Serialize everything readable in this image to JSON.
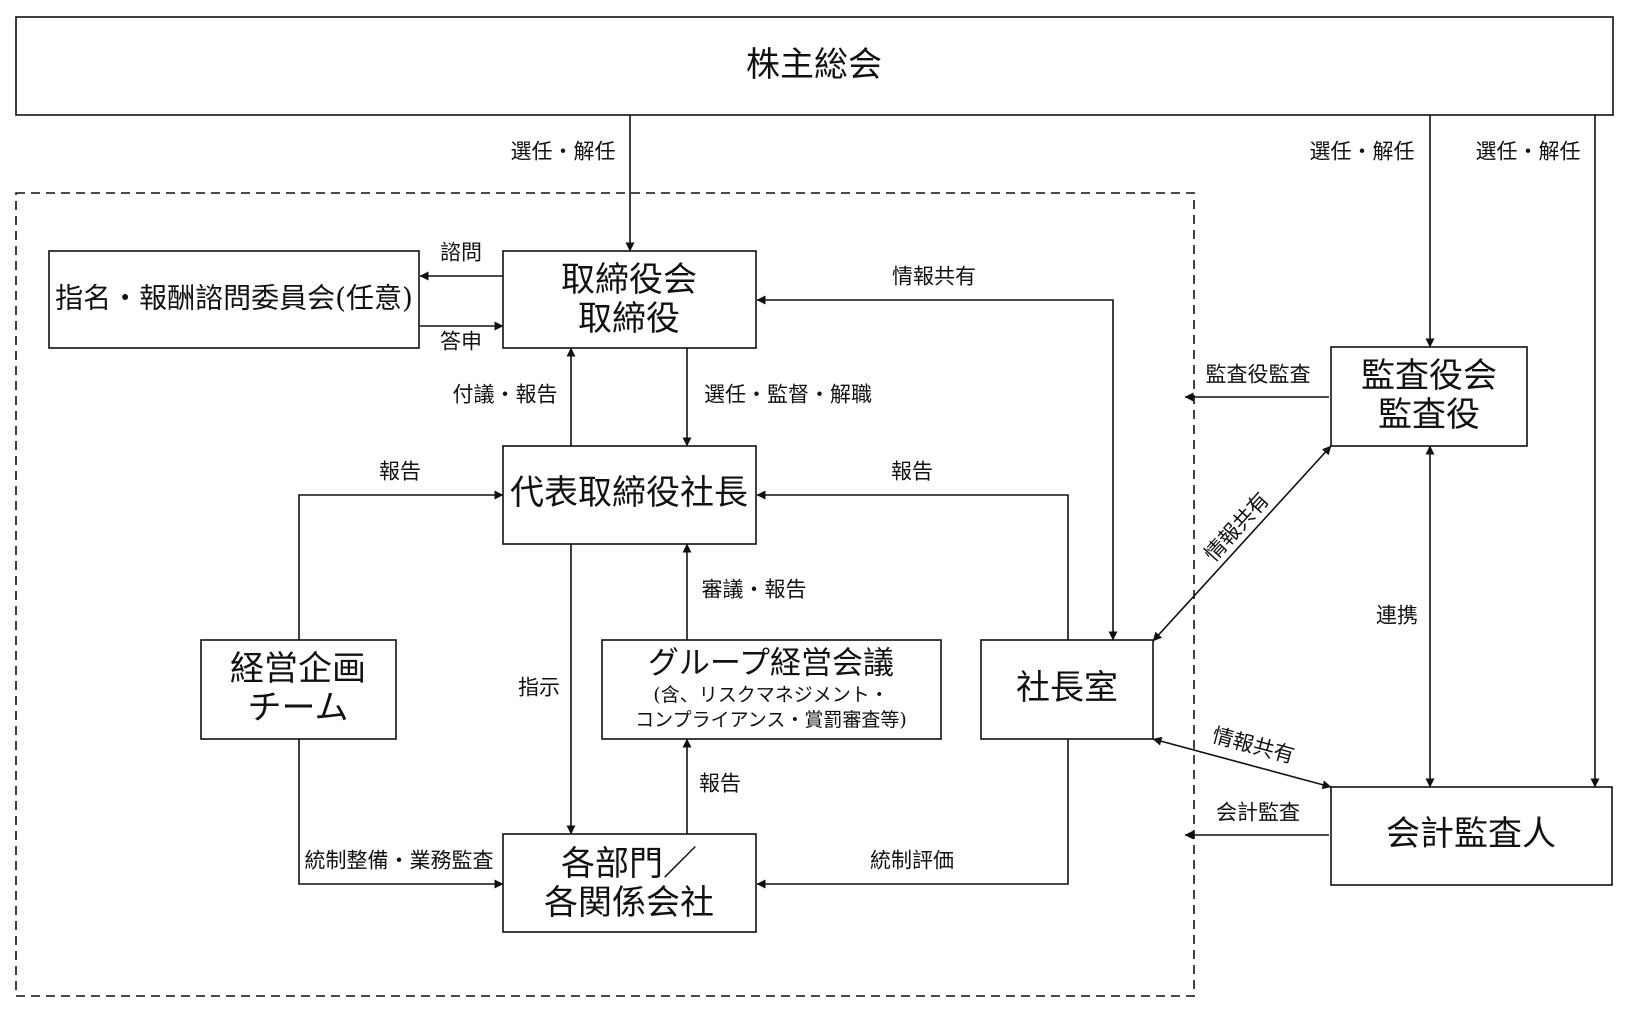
{
  "boxes": {
    "shareholders": "株主総会",
    "nomination_committee": "指名・報酬諮問委員会(任意)",
    "board_line1": "取締役会",
    "board_line2": "取締役",
    "president": "代表取締役社長",
    "planning_line1": "経営企画",
    "planning_line2": "チーム",
    "group_meeting_line1": "グループ経営会議",
    "group_meeting_line2": "(含、リスクマネジメント・",
    "group_meeting_line3": "コンプライアンス・賞罰審査等)",
    "president_office": "社長室",
    "departments_line1": "各部門／",
    "departments_line2": "各関係会社",
    "auditors_line1": "監査役会",
    "auditors_line2": "監査役",
    "accounting_auditor": "会計監査人"
  },
  "labels": {
    "elect_dismiss_board": "選任・解任",
    "elect_dismiss_auditors": "選任・解任",
    "elect_dismiss_accounting": "選任・解任",
    "consult": "諮問",
    "answer": "答申",
    "info_share_board": "情報共有",
    "refer_report": "付議・報告",
    "elect_supervise_dismiss": "選任・監督・解職",
    "report_planning": "報告",
    "report_office": "報告",
    "deliberate_report": "審議・報告",
    "instruct": "指示",
    "report_departments": "報告",
    "control_audit": "統制整備・業務監査",
    "control_evaluation": "統制評価",
    "auditor_audit": "監査役監査",
    "info_share_auditors": "情報共有",
    "cooperation": "連携",
    "info_share_accounting": "情報共有",
    "accounting_audit": "会計監査"
  }
}
